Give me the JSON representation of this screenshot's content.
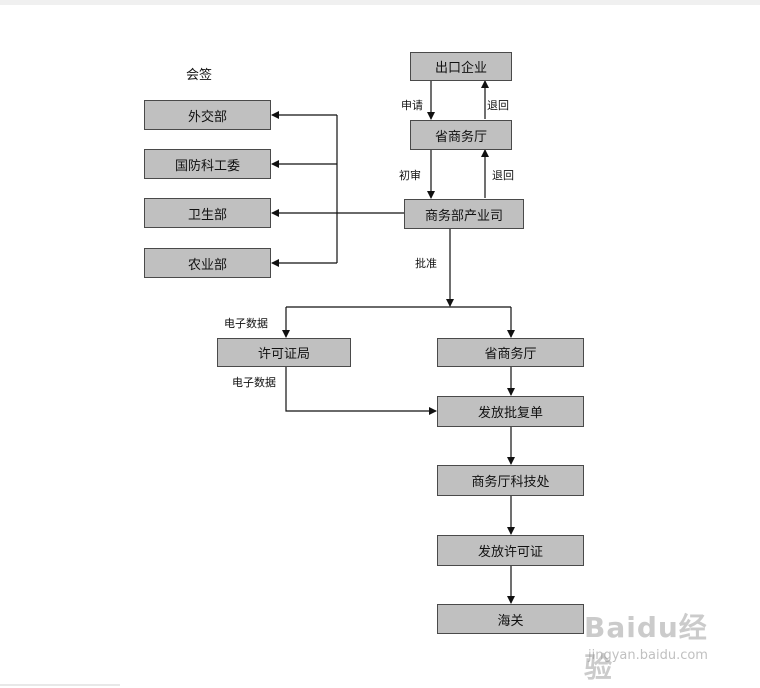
{
  "diagram": {
    "countersign_label": "会签",
    "nodes": {
      "export_enterprise": "出口企业",
      "provincial_commerce_top": "省商务厅",
      "ministry_industry_dept": "商务部产业司",
      "foreign_affairs": "外交部",
      "defense_science": "国防科工委",
      "health": "卫生部",
      "agriculture": "农业部",
      "license_bureau": "许可证局",
      "provincial_commerce_bottom": "省商务厅",
      "issue_approval": "发放批复单",
      "tech_office": "商务厅科技处",
      "issue_license": "发放许可证",
      "customs": "海关"
    },
    "edge_labels": {
      "apply": "申请",
      "return_top": "退回",
      "preliminary": "初审",
      "return_mid": "退回",
      "approve": "批准",
      "electronic_data_1": "电子数据",
      "electronic_data_2": "电子数据"
    }
  },
  "watermark": {
    "logo": "Baidu经验",
    "url": "jingyan.baidu.com"
  }
}
